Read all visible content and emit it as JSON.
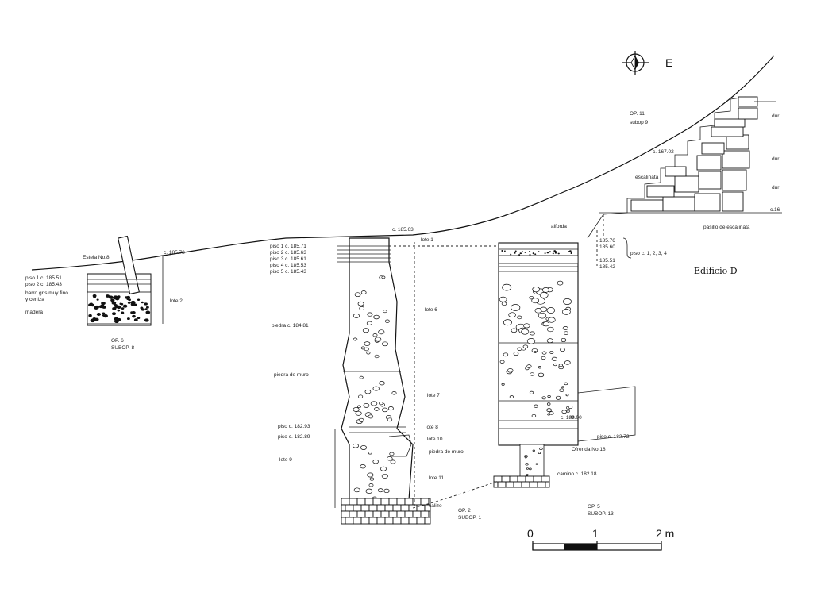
{
  "north_arrow": {
    "label": "E",
    "icon": "compass-arrow-icon"
  },
  "building_label": "Edificio D",
  "scale_bar": {
    "ticks": [
      "0",
      "1",
      "2 m"
    ]
  },
  "labels": {
    "op11": "OP. 11",
    "subop9": "subop 9",
    "c16702": "c. 167.02",
    "escalinata": "escalinata",
    "c16": "c.16",
    "pasillo": "pasillo de escalinata",
    "dur1": "dur",
    "dur2": "dur",
    "dur3": "dur",
    "c18563": "c. 185.63",
    "alforda": "alforda",
    "lote1": "lote 1",
    "estela": "Estela No.8",
    "c18573": "c. 185.73",
    "piso1c": "piso 1 c. 185.71",
    "piso2c": "piso 2 c. 185.63",
    "piso3c": "piso 3 c. 185.61",
    "piso4c": "piso 4 c. 185.53",
    "piso5c": "piso 5 c. 185.43",
    "left_piso1": "piso 1 c. 185.51",
    "left_piso2": "piso 2 c. 185.43",
    "left_barro": "barro gris muy fino",
    "left_ceniza": "y ceniza",
    "left_madera": "madera",
    "lote2": "lote 2",
    "op6": "OP. 6",
    "subop8": "SUBOP. 8",
    "lote6": "lote 6",
    "piedra1": "piedra c. 184.81",
    "piedramuro1": "piedra de muro",
    "lote7": "lote 7",
    "lote8": "lote 8",
    "piso_a": "piso c. 182.93",
    "piso_b": "piso c. 182.89",
    "lote10": "lote 10",
    "piedramuro2": "piedra de muro",
    "lote9": "lote 9",
    "lote11": "lote 11",
    "cala": "calizo",
    "op2": "OP. 2",
    "subop1": "SUBOP. 1",
    "r1": "185.76",
    "r2": "185.60",
    "r3": "185.51",
    "r4": "185.42",
    "pisos_right": "piso c. 1, 2, 3, 4",
    "c18300": "c. 183.00",
    "piso_c": "piso c. 182.72",
    "ofrenda": "Ofrenda No.18",
    "camino": "camino c. 182.18",
    "op5": "OP. 5",
    "subop13": "SUBOP. 13"
  }
}
